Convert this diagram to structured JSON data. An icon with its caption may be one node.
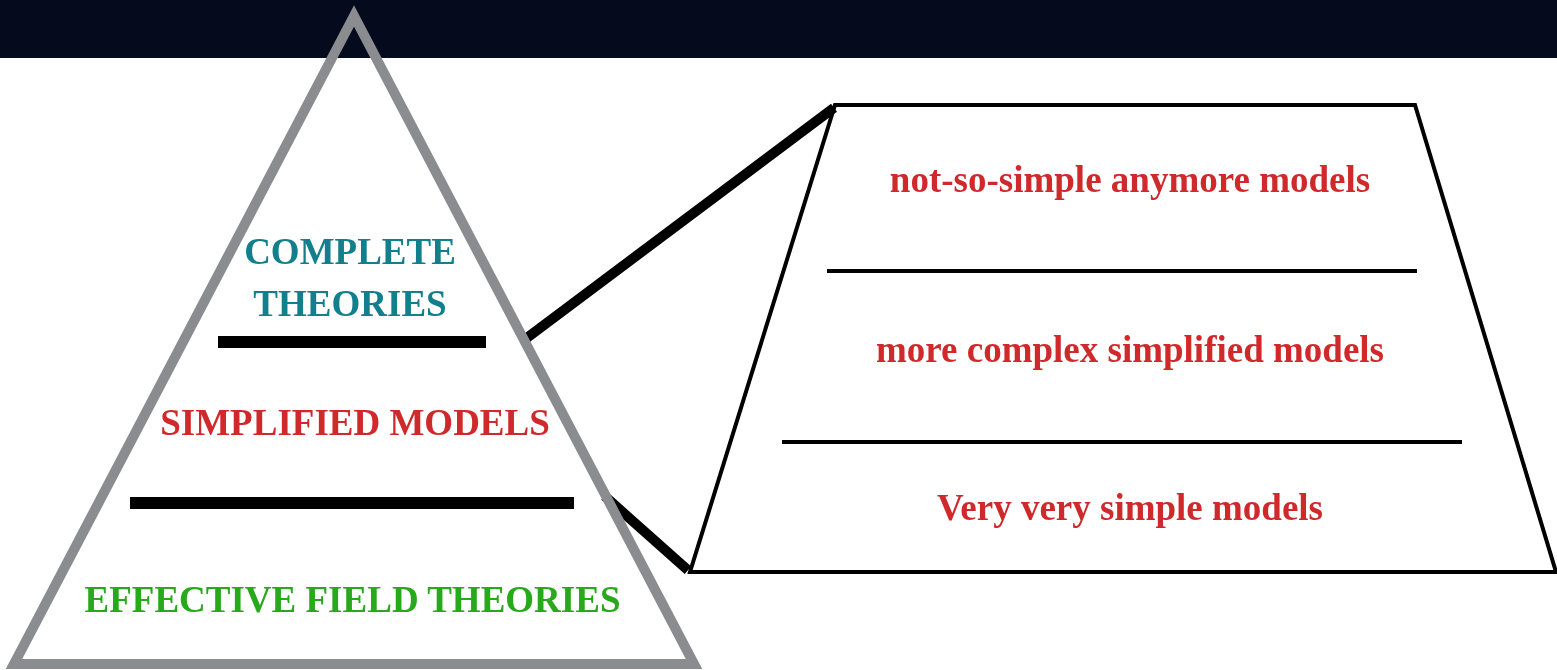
{
  "diagram": {
    "nodes": [
      {
        "text": [],
        "shape": "triangle"
      },
      {
        "text": [
          "COMPLETE THEORIES"
        ],
        "in": 0
      },
      {
        "text": [
          "SIMPLIFIED MODELS"
        ],
        "in": 0
      },
      {
        "text": [
          "EFFECTIVE FIELD THEORIES"
        ],
        "in": 0
      },
      {
        "text": [],
        "shape": "trapezoid"
      },
      {
        "text": [
          "not-so-simple anymore models"
        ],
        "in": 4
      },
      {
        "text": [
          "more complex simplified models"
        ],
        "in": 4
      },
      {
        "text": [
          "Very very simple models"
        ],
        "in": 4
      }
    ],
    "edges": [
      {
        "from": 2,
        "to": 4,
        "arrow": "none"
      },
      {
        "from": 2,
        "to": 4,
        "arrow": "none"
      }
    ]
  }
}
